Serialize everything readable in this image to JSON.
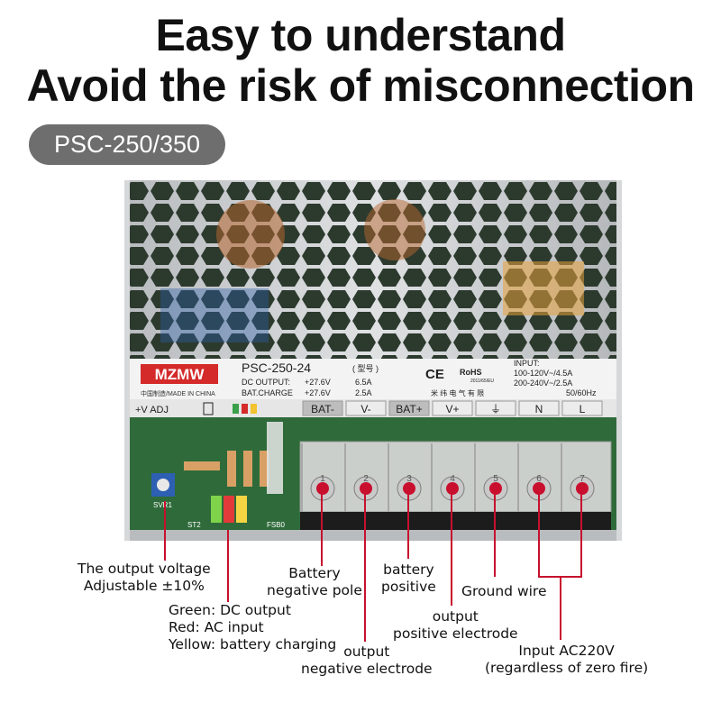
{
  "headline": {
    "line1": "Easy to understand",
    "line2": "Avoid the risk of misconnection"
  },
  "model_pill": "PSC-250/350",
  "label_plate": {
    "brand": "MZMW",
    "made_in": "中国制造/MADE IN CHINA",
    "model": "PSC-250-24",
    "model_cn": "( 型号 )",
    "dc_output_label": "DC OUTPUT:",
    "dc_output_voltage": "+27.6V",
    "dc_output_current": "6.5A",
    "bat_charge_label": "BAT.CHARGE",
    "bat_charge_voltage": "+27.6V",
    "bat_charge_current": "2.5A",
    "input_label": "INPUT:",
    "input_line1": "100-120V~/4.5A",
    "input_line2": "200-240V~/2.5A",
    "input_freq": "50/60Hz",
    "manufacturer_cn": "米 纬 电 气 有 限",
    "ce_mark": "CE",
    "rohs_mark": "RoHS",
    "rohs_sub": "2011/65/EU"
  },
  "terminal_strip": {
    "adj": "+V ADJ",
    "labels": [
      "BAT-",
      "V-",
      "BAT+",
      "V+",
      "⏚",
      "N",
      "L"
    ],
    "numbers": [
      "1",
      "2",
      "3",
      "4",
      "5",
      "6",
      "7"
    ]
  },
  "board_marks": {
    "svr": "SVR1",
    "st": "ST2",
    "fsb": "FSB0"
  },
  "callouts": {
    "output_voltage": [
      "The output voltage",
      "Adjustable ±10%"
    ],
    "leds": [
      "Green: DC output",
      "Red: AC input",
      "Yellow: battery charging"
    ],
    "battery_negative": [
      "Battery",
      "negative pole"
    ],
    "output_negative": [
      "output",
      "negative electrode"
    ],
    "battery_positive": [
      "battery",
      "positive"
    ],
    "output_positive": [
      "output",
      "positive electrode"
    ],
    "ground": [
      "Ground wire"
    ],
    "input_ac": [
      "Input AC220V",
      "(regardless of zero fire)"
    ]
  },
  "colors": {
    "leader_line": "#c8102e",
    "brand_red": "#d42a2a",
    "pill_gray": "#6e6e6e",
    "pcb_green": "#2f6b3a",
    "case_metal": "#c9ccce"
  }
}
